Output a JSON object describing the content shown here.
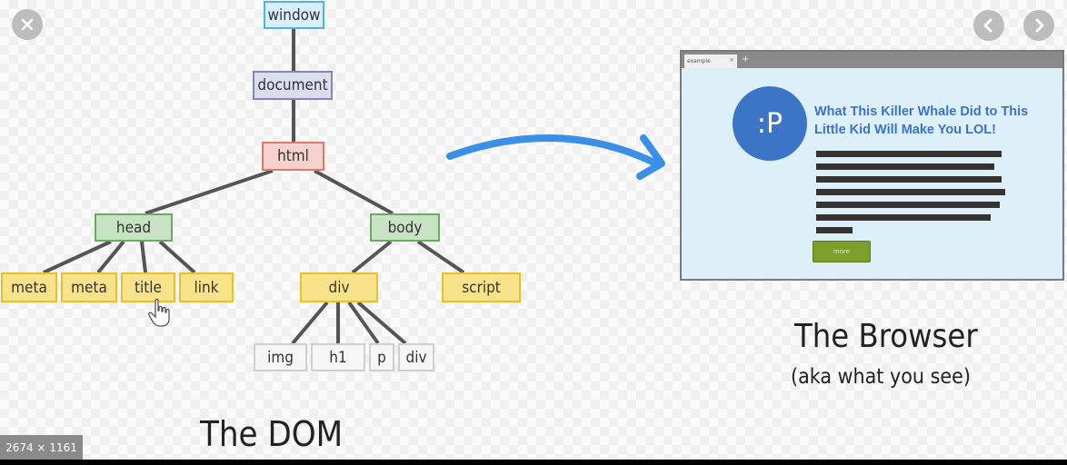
{
  "viewer": {
    "close_icon": "close-icon",
    "prev_icon": "chevron-left-icon",
    "next_icon": "chevron-right-icon",
    "dimensions": "2674 × 1161"
  },
  "dom_tree": {
    "caption": "The DOM",
    "nodes": {
      "window": "window",
      "document": "document",
      "html": "html",
      "head": "head",
      "body": "body",
      "meta1": "meta",
      "meta2": "meta",
      "title": "title",
      "link": "link",
      "div": "div",
      "script": "script",
      "img": "img",
      "h1": "h1",
      "p": "p",
      "div2": "div"
    },
    "colors": {
      "window": "#4db3e6",
      "document": "#8585b8",
      "html": "#e0786c",
      "head_body": "#66ad5e",
      "children": "#e6c02d",
      "leaves": "#cfcfcf"
    }
  },
  "arrow": {
    "color": "#3b8fe6"
  },
  "browser": {
    "caption": "The Browser",
    "subcaption": "(aka what you see)",
    "tab_label": "example",
    "tab_close": "×",
    "new_tab": "+",
    "avatar_text": ":P",
    "headline": "What This Killer Whale Did to This Little Kid Will Make You LOL!",
    "button_label": "more",
    "accent": "#3b72c6"
  }
}
